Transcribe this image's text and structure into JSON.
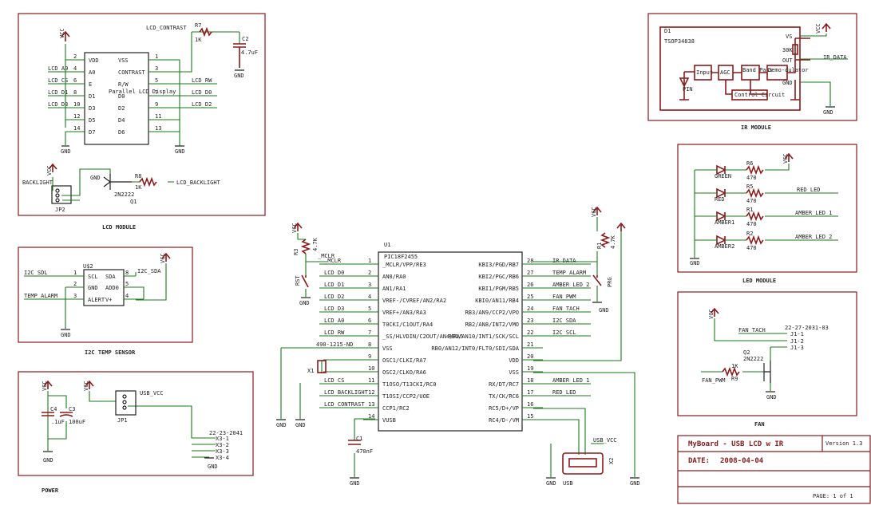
{
  "modules": {
    "lcd": "LCD MODULE",
    "i2c": "I2C TEMP SENSOR",
    "power": "POWER",
    "ir": "IR MODULE",
    "led": "LED MODULE",
    "fan": "FAN"
  },
  "mcu": {
    "ref": "U1",
    "part": "PIC18F2455",
    "left_pins": [
      {
        "num": "1",
        "name": "_MCLR/VPP/RE3",
        "net": "_MCLR"
      },
      {
        "num": "2",
        "name": "AN0/RA0",
        "net": "LCD_D0"
      },
      {
        "num": "3",
        "name": "AN1/RA1",
        "net": "LCD_D1"
      },
      {
        "num": "4",
        "name": "VREF-/CVREF/AN2/RA2",
        "net": "LCD_D2"
      },
      {
        "num": "5",
        "name": "VREF+/AN3/RA3",
        "net": "LCD_D3"
      },
      {
        "num": "6",
        "name": "T0CKI/C1OUT/RA4",
        "net": "LCD_A0"
      },
      {
        "num": "7",
        "name": "_SS/HLVDIN/C2OUT/AN4/RA5",
        "net": "LCD_RW"
      },
      {
        "num": "8",
        "name": "VSS",
        "net": "490-1215-ND"
      },
      {
        "num": "9",
        "name": "OSC1/CLKI/RA7",
        "net": ""
      },
      {
        "num": "10",
        "name": "OSC2/CLKO/RA6",
        "net": ""
      },
      {
        "num": "11",
        "name": "T1OSO/T13CKI/RC0",
        "net": "LCD_CS"
      },
      {
        "num": "12",
        "name": "T1OSI/CCP2/UOE",
        "net": "LCD_BACKLIGHT"
      },
      {
        "num": "13",
        "name": "CCP1/RC2",
        "net": "LCD_CONTRAST"
      },
      {
        "num": "14",
        "name": "VUSB",
        "net": ""
      }
    ],
    "right_pins": [
      {
        "num": "28",
        "name": "KBI3/PGD/RB7",
        "net": "IR_DATA"
      },
      {
        "num": "27",
        "name": "KBI2/PGC/RB6",
        "net": "TEMP_ALARM"
      },
      {
        "num": "26",
        "name": "KBI1/PGM/RB5",
        "net": "AMBER_LED_2"
      },
      {
        "num": "25",
        "name": "KBI0/AN11/RB4",
        "net": "FAN_PWM"
      },
      {
        "num": "24",
        "name": "RB3/AN9/CCP2/VPO",
        "net": "FAN_TACH"
      },
      {
        "num": "23",
        "name": "RB2/AN8/INT2/VMO",
        "net": "I2C_SDA"
      },
      {
        "num": "22",
        "name": "RB1/AN10/INT1/SCK/SCL",
        "net": "I2C_SCL"
      },
      {
        "num": "21",
        "name": "RB0/AN12/INT0/FLT0/SDI/SDA",
        "net": ""
      },
      {
        "num": "20",
        "name": "VDD",
        "net": ""
      },
      {
        "num": "19",
        "name": "VSS",
        "net": ""
      },
      {
        "num": "18",
        "name": "RX/DT/RC7",
        "net": "AMBER_LED_1"
      },
      {
        "num": "17",
        "name": "TX/CK/RC6",
        "net": "RED_LED"
      },
      {
        "num": "16",
        "name": "RC5/D+/VP",
        "net": ""
      },
      {
        "num": "15",
        "name": "RC4/D-/VM",
        "net": ""
      }
    ],
    "r1": "R1",
    "r1v": "4.7K",
    "r3": "R3",
    "r3v": "4.7K",
    "s1": "RST",
    "s2": "PRG",
    "x1": "X1",
    "c1": "C1",
    "c1v": "470nF",
    "usb_vcc": "USB_VCC",
    "usb": "USB",
    "x2": "X2"
  },
  "lcd": {
    "title": "Parallel LCD Display",
    "left_pins": [
      {
        "num": "2",
        "name": "VDD",
        "net": ""
      },
      {
        "num": "4",
        "name": "A0",
        "net": "LCD_A0"
      },
      {
        "num": "6",
        "name": "E",
        "net": "LCD_CS"
      },
      {
        "num": "8",
        "name": "D1",
        "net": "LCD_D1"
      },
      {
        "num": "10",
        "name": "D3",
        "net": "LCD_D3"
      },
      {
        "num": "12",
        "name": "D5",
        "net": ""
      },
      {
        "num": "14",
        "name": "D7",
        "net": ""
      }
    ],
    "right_pins": [
      {
        "num": "1",
        "name": "VSS",
        "net": ""
      },
      {
        "num": "3",
        "name": "CONTRAST",
        "net": ""
      },
      {
        "num": "5",
        "name": "R/W",
        "net": "LCD_RW"
      },
      {
        "num": "7",
        "name": "D0",
        "net": "LCD_D0"
      },
      {
        "num": "9",
        "name": "D2",
        "net": "LCD_D2"
      },
      {
        "num": "11",
        "name": "D4",
        "net": ""
      },
      {
        "num": "13",
        "name": "D6",
        "net": ""
      }
    ],
    "r7": "R7",
    "r7v": "1K",
    "c2": "C2",
    "c2v": "4.7uF",
    "contrast_net": "LCD_CONTRAST",
    "backlight": "BACKLIGHT",
    "jp2": "JP2",
    "q1": "Q1",
    "q1p": "2N2222",
    "r8": "R8",
    "r8v": "1K",
    "bl_net": "LCD_BACKLIGHT"
  },
  "i2c": {
    "ref": "U$2",
    "pins": [
      {
        "num": "1",
        "name": "SCL",
        "r": "SDA",
        "rnum": "8",
        "net": "I2C_SDL"
      },
      {
        "num": "2",
        "name": "GND",
        "r": "ADD0",
        "rnum": "5",
        "net": ""
      },
      {
        "num": "3",
        "name": "ALERT",
        "r": "V+",
        "rnum": "4",
        "net": "TEMP_ALARM"
      }
    ],
    "sda_net": "I2C_SDA"
  },
  "power": {
    "c4": "C4",
    "c4v": ".1uF",
    "c3": "C3",
    "c3v": "100uF",
    "jp1": "JP1",
    "usb_vcc": "USB_VCC",
    "conn": "22-23-2041",
    "pins": [
      "X3-1",
      "X3-2",
      "X3-3",
      "X3-4"
    ]
  },
  "ir": {
    "ref": "D1",
    "part": "TSOP34838",
    "blocks": [
      "Input",
      "AGC",
      "Band Pass",
      "Demo-dulator",
      "Control Circuit"
    ],
    "vs": "VS",
    "out": "OUT",
    "gnd": "GND",
    "res": "30K",
    "pin": "PIN",
    "net": "IR_DATA"
  },
  "led": {
    "rows": [
      {
        "d": "GREEN",
        "r": "R6",
        "rv": "470",
        "net": ""
      },
      {
        "d": "RED",
        "r": "R5",
        "rv": "470",
        "net": "RED_LED"
      },
      {
        "d": "AMBER1",
        "r": "R1",
        "rv": "470",
        "net": "AMBER_LED_1"
      },
      {
        "d": "AMBER2",
        "r": "R2",
        "rv": "470",
        "net": "AMBER_LED_2"
      }
    ]
  },
  "fan": {
    "tach": "FAN_TACH",
    "conn": "22-27-2031-03",
    "pins": [
      "J1-1",
      "J1-2",
      "J1-3"
    ],
    "q": "Q2",
    "qp": "2N2222",
    "r": "R9",
    "rv": "1K",
    "pwm": "FAN_PWM"
  },
  "titleblock": {
    "title": "MyBoard - USB LCD w IR",
    "version": "Version 1.3",
    "date_label": "DATE:",
    "date": "2008-04-04",
    "page": "PAGE: 1 of 1"
  },
  "labels": {
    "vcc": "VCC",
    "gnd": "GND",
    "mclr": "_MCLR"
  },
  "colors": {
    "frame": "#8b1a1a",
    "wire": "#1a7a1a",
    "part": "#222222"
  }
}
